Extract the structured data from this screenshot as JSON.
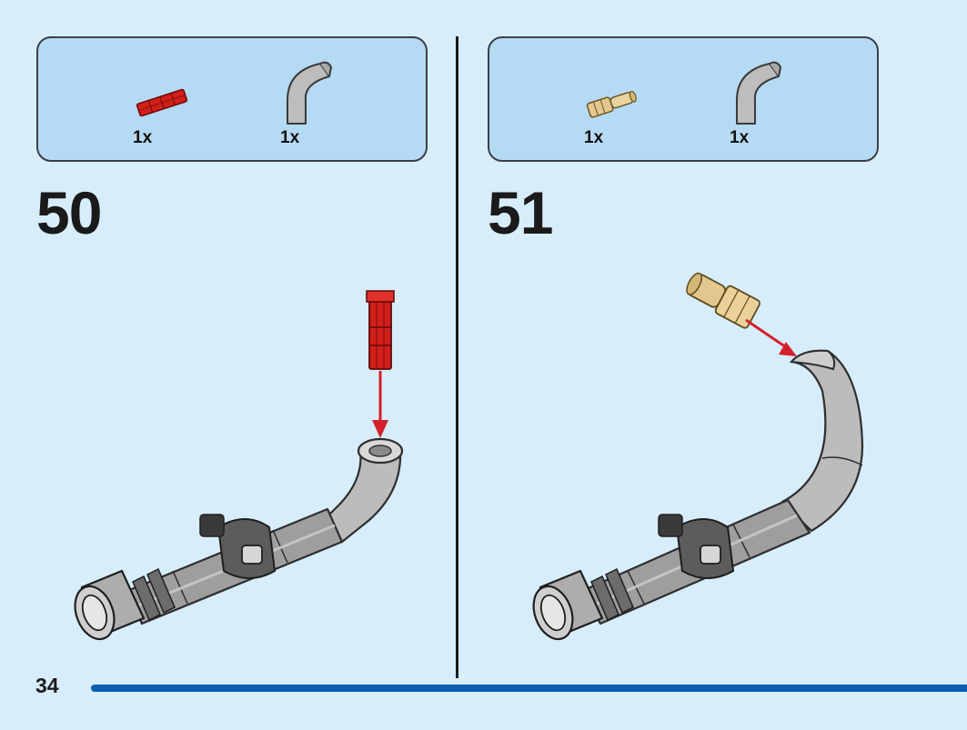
{
  "page": {
    "number": "34"
  },
  "steps": [
    {
      "number": "50",
      "parts": [
        {
          "icon": "red-axle-connector-icon",
          "qty": "1x",
          "color": "#d21f1a"
        },
        {
          "icon": "grey-curved-tube-icon",
          "qty": "1x",
          "color": "#b9b9b9"
        }
      ]
    },
    {
      "number": "51",
      "parts": [
        {
          "icon": "tan-axle-pin-icon",
          "qty": "1x",
          "color": "#e2c88f"
        },
        {
          "icon": "grey-curved-tube-icon",
          "qty": "1x",
          "color": "#b9b9b9"
        }
      ]
    }
  ],
  "colors": {
    "background": "#d7edfb",
    "parts_box": "#b5daf4",
    "progress_bar": "#0a5fb0",
    "arrow": "#d4202a"
  }
}
